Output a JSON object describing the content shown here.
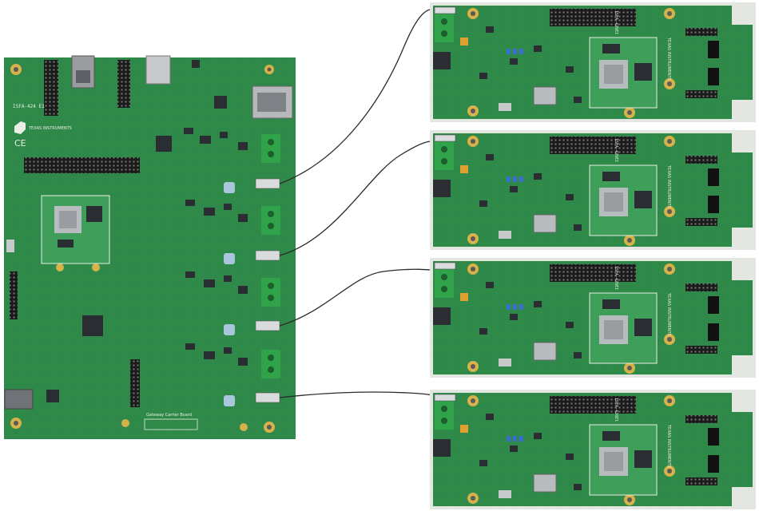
{
  "photo": {
    "colors": {
      "pcb_main": "#2f8a4a",
      "pcb_dark": "#1f6a35",
      "pcb_light": "#3f9e5a",
      "connector_green": "#2fa24a",
      "cable": "#2a2a2a",
      "chip": "#2a2e33",
      "ic_silver": "#b9bcbf",
      "gold": "#d7b24a",
      "header_black": "#111111",
      "panel_bg": "#e4e6e2",
      "button_blue": "#a9c7dc"
    },
    "carrier_board": {
      "board_id": "ISFA-424 E1",
      "brand": "TEXAS INSTRUMENTS",
      "ce_mark": "CE",
      "label": "Gateway Carrier Board"
    },
    "sensor_boards": {
      "board_id": "ISFA-426E1",
      "brand": "TEXAS INSTRUMENTS"
    }
  }
}
